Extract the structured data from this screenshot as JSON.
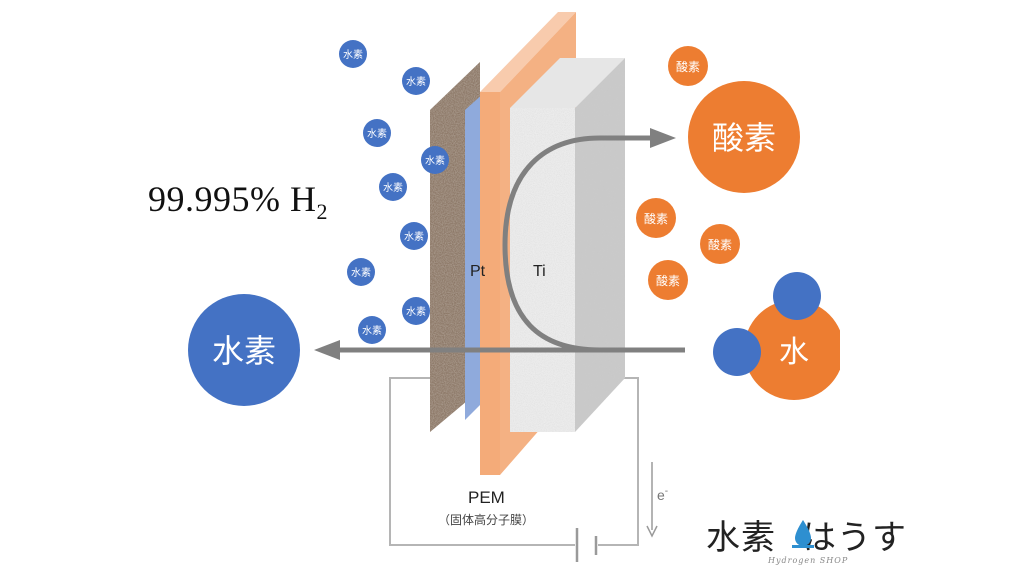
{
  "labels": {
    "purity": "99.995% H",
    "purity_sub": "2",
    "pt": "Pt",
    "ti": "Ti",
    "pem": "PEM",
    "pem_sub": "（固体高分子膜）",
    "electron": "e",
    "electron_sup": "-"
  },
  "molecules": {
    "hydrogen_small": "水素",
    "hydrogen_big": "水素",
    "oxygen_small": "酸素",
    "oxygen_big": "酸素",
    "water": "水"
  },
  "logo": {
    "text_left": "水素",
    "text_right": "はうす",
    "sub": "Hydrogen SHOP"
  },
  "colors": {
    "hydrogen": "#4472c4",
    "oxygen": "#ed7d31",
    "membrane": "#f4b183",
    "platinum_layer": "#8faadc",
    "arrow": "#808080"
  }
}
